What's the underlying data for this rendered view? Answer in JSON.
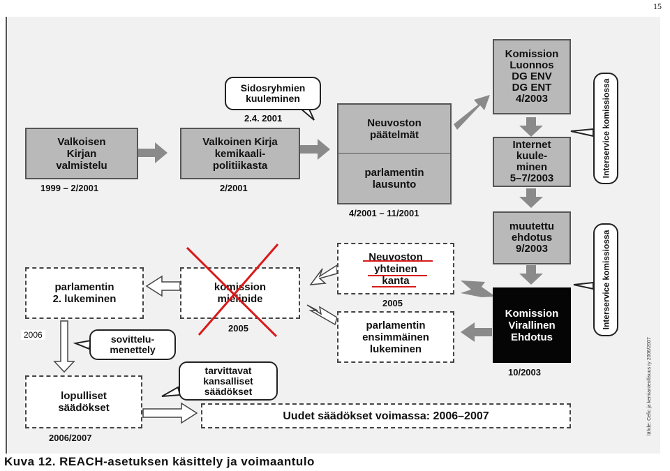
{
  "page_number": "15",
  "boxes": {
    "valkoisen_valmistelu": "Valkoisen\nKirjan\nvalmistelu",
    "valkoinen_kirja": "Valkoinen Kirja\nkemikaali-\npolitiikasta",
    "neuvoston_paatelmat": "Neuvoston\npäätelmät",
    "parlamentin_lausunto": "parlamentin\nlausunto",
    "komission_luonnos": "Komission\nLuonnos\nDG ENV\nDG ENT\n4/2003",
    "internet_kuuleminen": "Internet\nkuule-\nminen\n5–7/2003",
    "muutettu_ehdotus": "muutettu\nehdotus\n9/2003",
    "virallinen_ehdotus": "Komission\nVirallinen\nEhdotus",
    "neuvoston_kanta_line1": "Neuvoston",
    "neuvoston_kanta_line2": "yhteinen",
    "neuvoston_kanta_line3": "kanta",
    "parlamentin_ensimmainen": "parlamentin\nensimmäinen\nlukeminen",
    "komission_mielipide": "komission\nmielipide",
    "parlamentin_toinen": "parlamentin\n2. lukeminen",
    "lopulliset": "lopulliset\nsäädökset",
    "uudet_voimassa": "Uudet säädökset voimassa: 2006–2007"
  },
  "bubbles": {
    "sidosryhmien": "Sidosryhmien\nkuuleminen",
    "sovittelu": "sovittelu-\nmenettely",
    "tarvittavat": "tarvittavat\nkansalliset\nsäädökset"
  },
  "side_tabs": {
    "interservice_1": "Interservice komissiossa",
    "interservice_2": "Interservice komissiossa"
  },
  "dates": {
    "d_1999": "1999 – 2/2001",
    "d_2001": "2/2001",
    "d_2_4_2001": "2.4. 2001",
    "d_4_11_2001": "4/2001 – 11/2001",
    "d_2005_kanta": "2005",
    "d_2005_mielipide": "2005",
    "d_10_2003": "10/2003",
    "d_2006_2007": "2006/2007"
  },
  "annotation_year": "2006",
  "caption": "Kuva 12. REACH-asetuksen käsittely ja voimaantulo",
  "credit": "lähde: Cefic ja kemianteollisuus ry 2006/2007",
  "colors": {
    "box_gray": "#b9b9b9",
    "arrow_gray": "#8a8a8a",
    "annotation_red": "#d81a1a",
    "black_box": "#050505"
  }
}
